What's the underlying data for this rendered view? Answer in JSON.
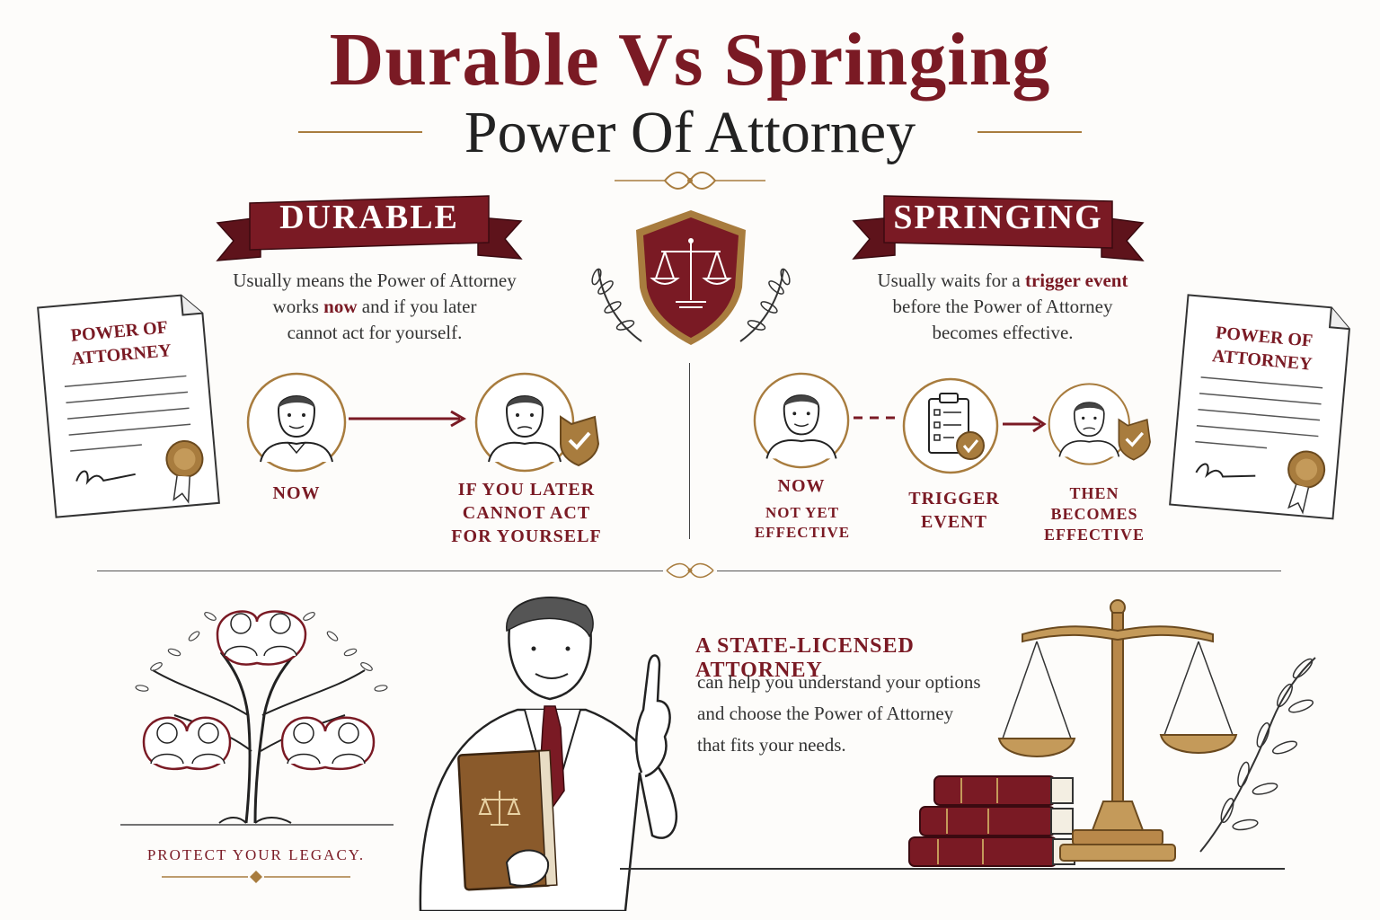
{
  "header": {
    "title": "Durable Vs Springing",
    "subtitle": "Power Of Attorney"
  },
  "durable": {
    "banner": "DURABLE",
    "description_parts": [
      "Usually means the Power of Attorney",
      "works ",
      "now",
      " and if you later",
      "cannot act for yourself."
    ],
    "step_now": "NOW",
    "step_later": [
      "IF YOU LATER",
      "CANNOT ACT",
      "FOR YOURSELF"
    ],
    "document_title": [
      "POWER OF",
      "ATTORNEY"
    ]
  },
  "springing": {
    "banner": "SPRINGING",
    "description_parts": [
      "Usually waits for a ",
      "trigger event",
      "before the Power of Attorney",
      "becomes effective."
    ],
    "step_now": "NOW",
    "step_now_sub": [
      "NOT YET",
      "EFFECTIVE"
    ],
    "step_trigger": [
      "TRIGGER",
      "EVENT"
    ],
    "step_then": [
      "THEN",
      "BECOMES",
      "EFFECTIVE"
    ],
    "document_title": [
      "POWER OF",
      "ATTORNEY"
    ]
  },
  "bottom": {
    "attorney_heading": "A STATE-LICENSED ATTORNEY",
    "attorney_lines": [
      "can help you understand your options",
      "and choose the Power of Attorney",
      "that fits your needs."
    ],
    "legacy": "PROTECT YOUR LEGACY."
  },
  "colors": {
    "maroon": "#7a1a24",
    "gold": "#a87c3e",
    "ink": "#2b2a28"
  }
}
